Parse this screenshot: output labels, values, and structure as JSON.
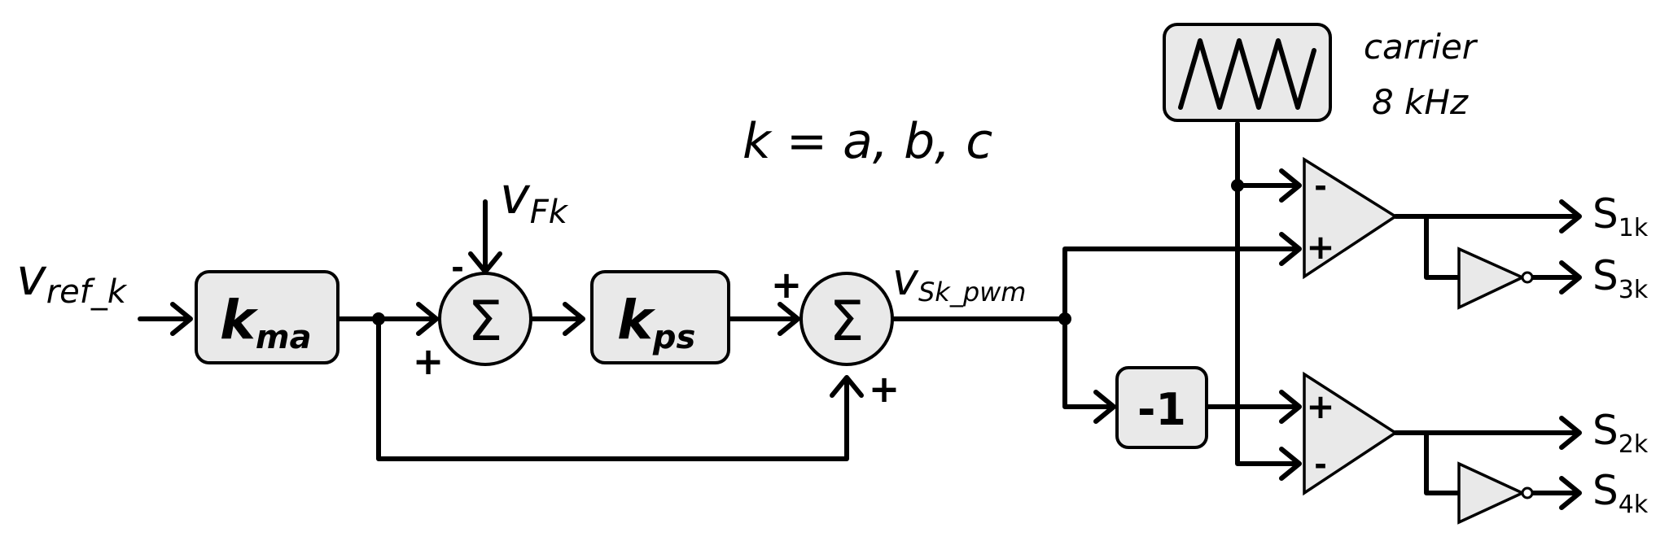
{
  "blocks": {
    "k_ma": {
      "main": "k",
      "sub": "ma"
    },
    "k_ps": {
      "main": "k",
      "sub": "ps"
    },
    "neg_one": "-1",
    "carrier_box": {
      "icon": "triangle-wave-icon"
    }
  },
  "summers": {
    "symbol": "Σ",
    "sum1_top_sign": "-",
    "sum1_bottom_sign": "+",
    "sum2_left_sign": "+",
    "sum2_bottom_sign": "+"
  },
  "signals": {
    "v_ref": {
      "main": "v",
      "sub": "ref_k"
    },
    "v_F": {
      "main": "v",
      "sub": "Fk"
    },
    "v_S_pwm": {
      "main": "v",
      "sub": "Sk_pwm"
    }
  },
  "annotation": "k = a, b, c",
  "carrier": {
    "label": "carrier",
    "freq": "8 kHz"
  },
  "comparators": {
    "top": {
      "minus": "-",
      "plus": "+"
    },
    "bottom": {
      "plus": "+",
      "minus": "-"
    }
  },
  "outputs": [
    {
      "main": "S",
      "sub": "1k"
    },
    {
      "main": "S",
      "sub": "3k"
    },
    {
      "main": "S",
      "sub": "2k"
    },
    {
      "main": "S",
      "sub": "4k"
    }
  ]
}
